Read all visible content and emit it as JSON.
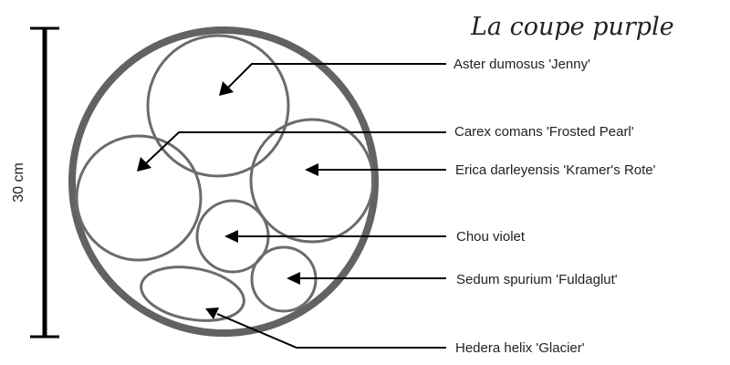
{
  "title": "La coupe purple",
  "scale": {
    "label": "30 cm"
  },
  "plants": [
    {
      "id": "aster",
      "name": "Aster dumosus 'Jenny'"
    },
    {
      "id": "carex",
      "name": "Carex comans 'Frosted Pearl'"
    },
    {
      "id": "erica",
      "name": "Erica darleyensis 'Kramer's Rote'"
    },
    {
      "id": "chou",
      "name": "Chou violet"
    },
    {
      "id": "sedum",
      "name": "Sedum spurium 'Fuldaglut'"
    },
    {
      "id": "hedera",
      "name": "Hedera helix 'Glacier'"
    }
  ]
}
